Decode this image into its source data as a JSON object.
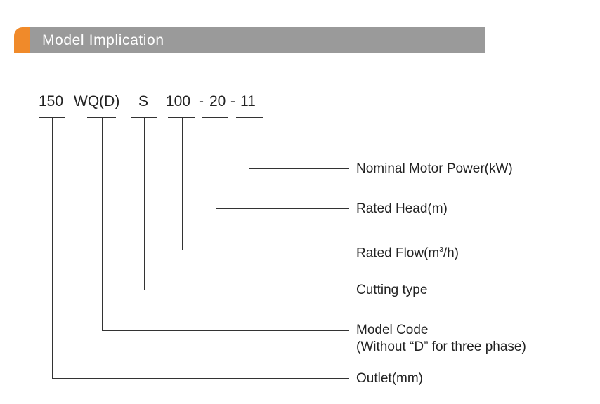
{
  "header": {
    "title": "Model Implication",
    "accent_color": "#f08a2a",
    "bar_color": "#9a9a9a"
  },
  "model": {
    "segments": [
      "150",
      "WQ(D)",
      "S",
      "100",
      "20",
      "11"
    ],
    "separator": "-"
  },
  "labels": {
    "motor_power": "Nominal Motor Power(kW)",
    "rated_head": "Rated Head(m)",
    "rated_flow_prefix": "Rated Flow(m",
    "rated_flow_sup": "3",
    "rated_flow_suffix": "/h)",
    "cutting_type": "Cutting type",
    "model_code_line1": "Model Code",
    "model_code_line2": "(Without “D” for three phase)",
    "outlet": "Outlet(mm)"
  }
}
